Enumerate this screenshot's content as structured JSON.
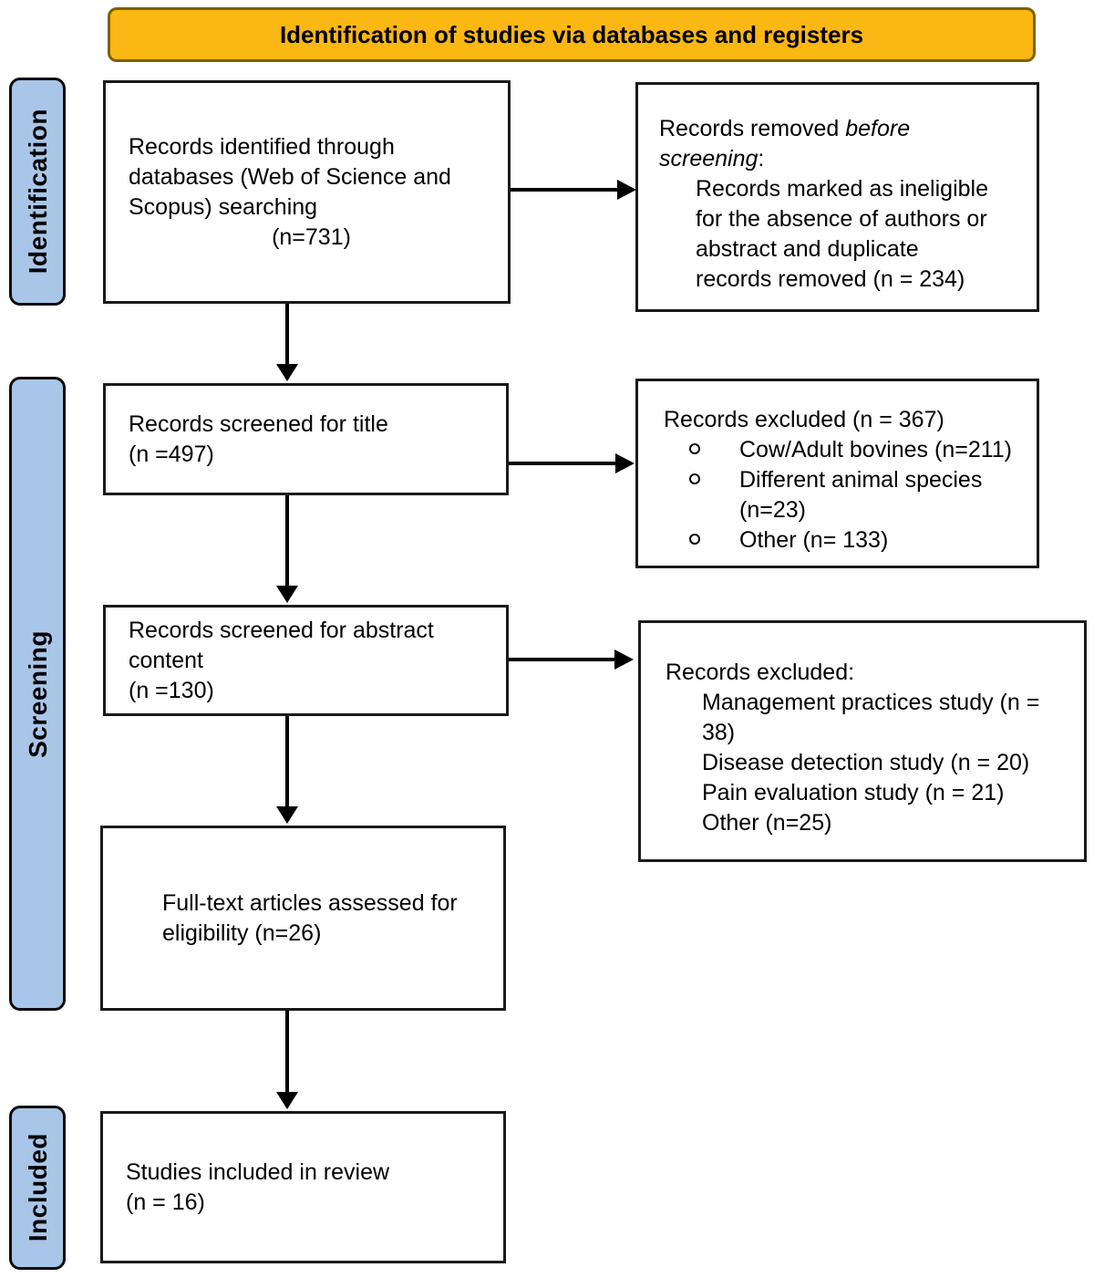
{
  "banner": {
    "title": "Identification of studies via databases and registers"
  },
  "stages": [
    {
      "label": "Identification"
    },
    {
      "label": "Screening"
    },
    {
      "label": "Included"
    }
  ],
  "flow": {
    "identified": {
      "lines": [
        "Records identified through",
        "databases (Web of Science and",
        "Scopus) searching"
      ],
      "count": "(n=731)"
    },
    "removed_before_screening": {
      "lead": "Records removed ",
      "italic_word1": "before",
      "italic_word2": "screening",
      "colon": ":",
      "detail_lines": [
        "Records marked as ineligible",
        "for the absence of authors or",
        "abstract and duplicate",
        "records removed (n = 234)"
      ]
    },
    "screened_title": {
      "lines": [
        "Records screened for title",
        "(n =497)"
      ]
    },
    "excluded_after_title": {
      "title": "Records excluded (n = 367)",
      "bullets": [
        "Cow/Adult bovines (n=211)",
        "Different animal species (n=23)",
        "Other (n= 133)"
      ]
    },
    "screened_abstract": {
      "lines": [
        "Records screened for abstract",
        "content",
        "(n =130)"
      ]
    },
    "excluded_after_abstract": {
      "title": "Records excluded:",
      "items": [
        "Management practices study (n = 38)",
        "Disease detection study (n = 20)",
        "Pain evaluation study (n = 21)",
        "Other (n=25)"
      ]
    },
    "fulltext": {
      "lines": [
        "Full-text articles assessed for",
        "eligibility (n=26)"
      ]
    },
    "included": {
      "lines": [
        "Studies included in review",
        "(n = 16)"
      ]
    }
  },
  "colors": {
    "banner_fill": "#FBB712",
    "banner_border": "#7A6200",
    "stage_fill": "#A9C6E8",
    "stage_border": "#0B0B0B",
    "box_border": "#1A1A1A",
    "arrow": "#000000",
    "text": "#000000",
    "background": "#FFFFFF"
  }
}
